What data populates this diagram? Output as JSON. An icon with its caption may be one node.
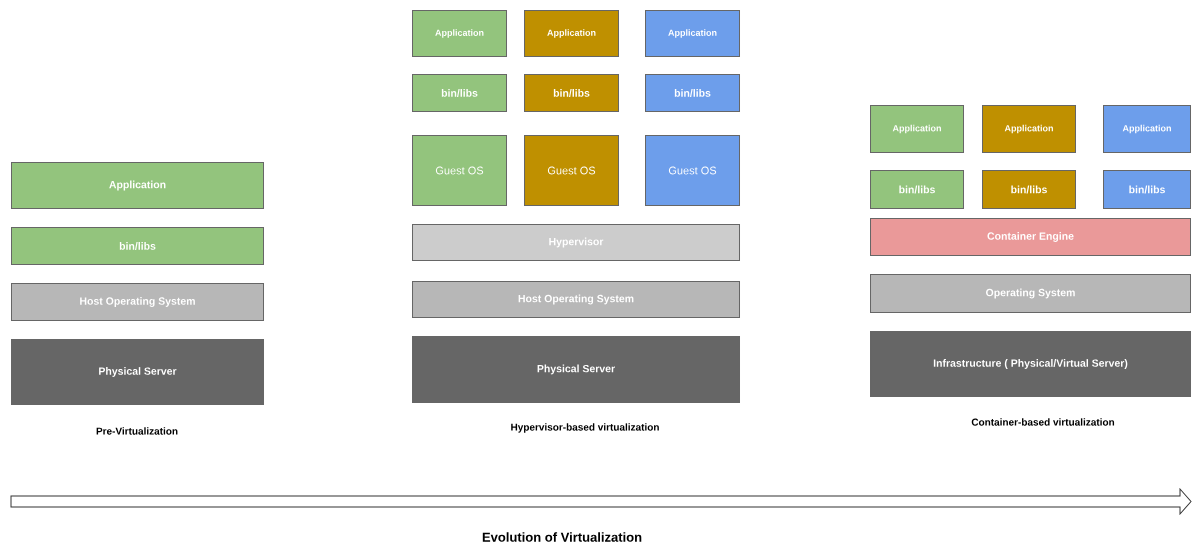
{
  "diagram": {
    "nodes": [
      {
        "text": [
          "Application"
        ]
      },
      {
        "text": [
          "bin/libs"
        ]
      },
      {
        "text": [
          "Host Operating System"
        ]
      },
      {
        "text": [
          "Physical Server"
        ]
      },
      {
        "text": [
          "Application"
        ]
      },
      {
        "text": [
          "Application"
        ]
      },
      {
        "text": [
          "Application"
        ]
      },
      {
        "text": [
          "bin/libs"
        ]
      },
      {
        "text": [
          "bin/libs"
        ]
      },
      {
        "text": [
          "bin/libs"
        ]
      },
      {
        "text": [
          "Guest OS"
        ]
      },
      {
        "text": [
          "Guest OS"
        ]
      },
      {
        "text": [
          "Guest OS"
        ]
      },
      {
        "text": [
          "Hypervisor"
        ]
      },
      {
        "text": [
          "Host Operating System"
        ]
      },
      {
        "text": [
          "Physical Server"
        ]
      },
      {
        "text": [
          "Application"
        ]
      },
      {
        "text": [
          "Application"
        ]
      },
      {
        "text": [
          "Application"
        ]
      },
      {
        "text": [
          "bin/libs"
        ]
      },
      {
        "text": [
          "bin/libs"
        ]
      },
      {
        "text": [
          "bin/libs"
        ]
      },
      {
        "text": [
          "Container Engine"
        ]
      },
      {
        "text": [
          "Operating System"
        ]
      },
      {
        "text": [
          "Infrastructure ( Physical/Virtual Server)"
        ]
      }
    ],
    "labels": [
      "Pre-Virtualization",
      "Hypervisor-based virtualization",
      "Container-based virtualization",
      "Evolution of Virtualization"
    ]
  }
}
